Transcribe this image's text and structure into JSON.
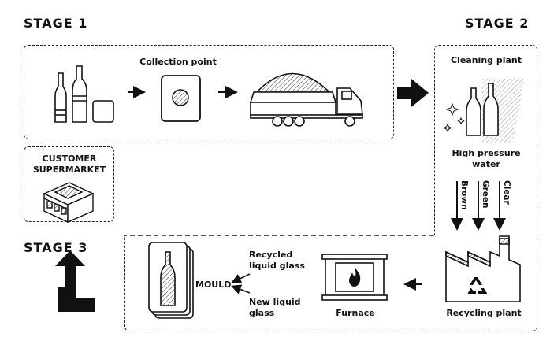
{
  "stages": {
    "stage1": "STAGE 1",
    "stage2": "STAGE 2",
    "stage3": "STAGE 3"
  },
  "stage1": {
    "collection_point": "Collection point"
  },
  "stage2": {
    "cleaning_plant": "Cleaning plant",
    "high_pressure_water": "High pressure water",
    "sort_brown": "Brown",
    "sort_green": "Green",
    "sort_clear": "Clear"
  },
  "stage3": {
    "recycling_plant": "Recycling plant",
    "furnace": "Furnace",
    "recycled_liquid_glass": "Recycled liquid glass",
    "new_liquid_glass": "New liquid glass",
    "mould": "MOULD"
  },
  "customer": {
    "label": "CUSTOMER SUPERMARKET"
  },
  "icons": [
    "bottles-icon",
    "collection-bin-icon",
    "truck-icon",
    "cleaning-bottles-icon",
    "factory-icon",
    "recycle-icon",
    "furnace-icon",
    "fire-icon",
    "mould-icon",
    "supermarket-icon",
    "turn-arrow-icon"
  ]
}
